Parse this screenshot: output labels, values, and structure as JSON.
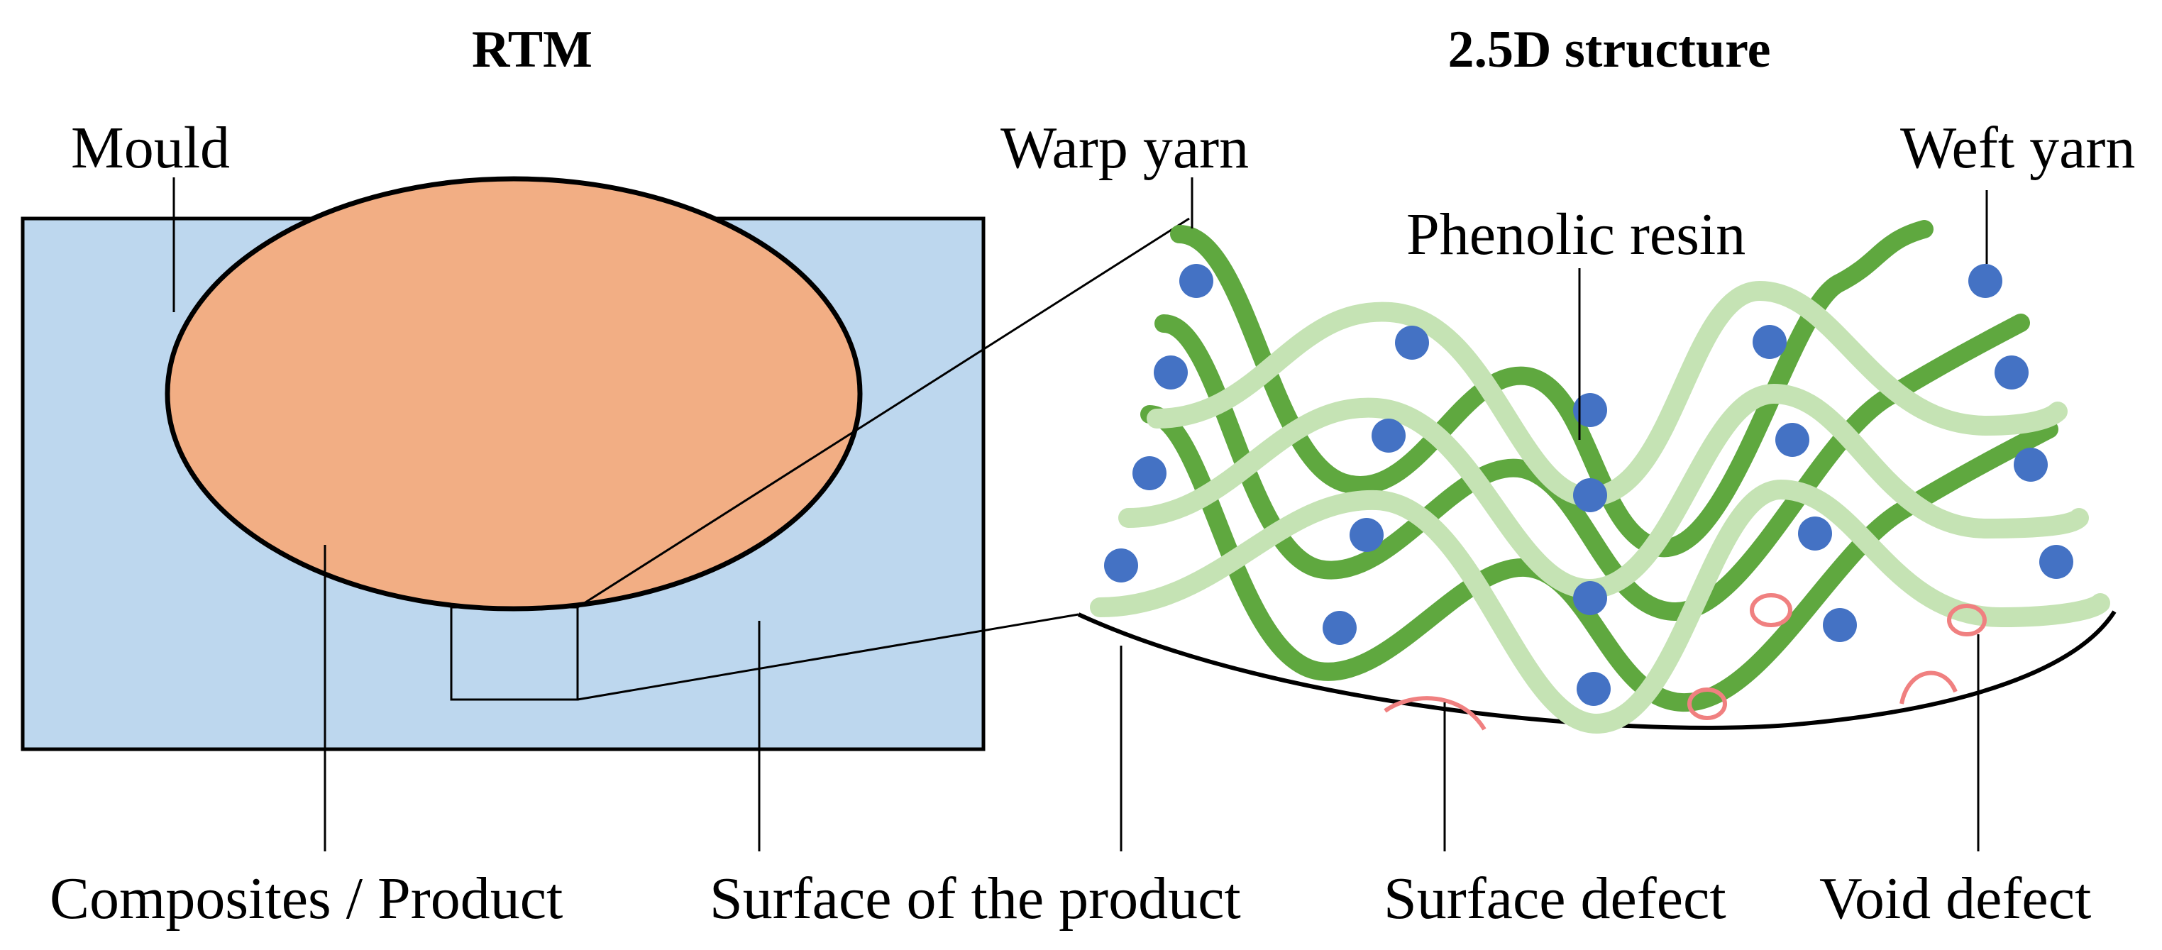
{
  "titles": {
    "left": "RTM",
    "right": "2.5D structure"
  },
  "labels": {
    "mould": "Mould",
    "composites": "Composites / Product",
    "surface_of_product": "Surface of the product",
    "warp_yarn": "Warp yarn",
    "weft_yarn": "Weft yarn",
    "phenolic_resin": "Phenolic resin",
    "surface_defect": "Surface defect",
    "void_defect": "Void defect"
  },
  "colors": {
    "mould_fill": "#BDD7EE",
    "product_fill": "#F2AE84",
    "warp_yarn_dark": "#5FA83F",
    "warp_yarn_light": "#C5E3B4",
    "weft_yarn_dot": "#4472C4",
    "defect": "#F08080",
    "line": "#000000"
  }
}
